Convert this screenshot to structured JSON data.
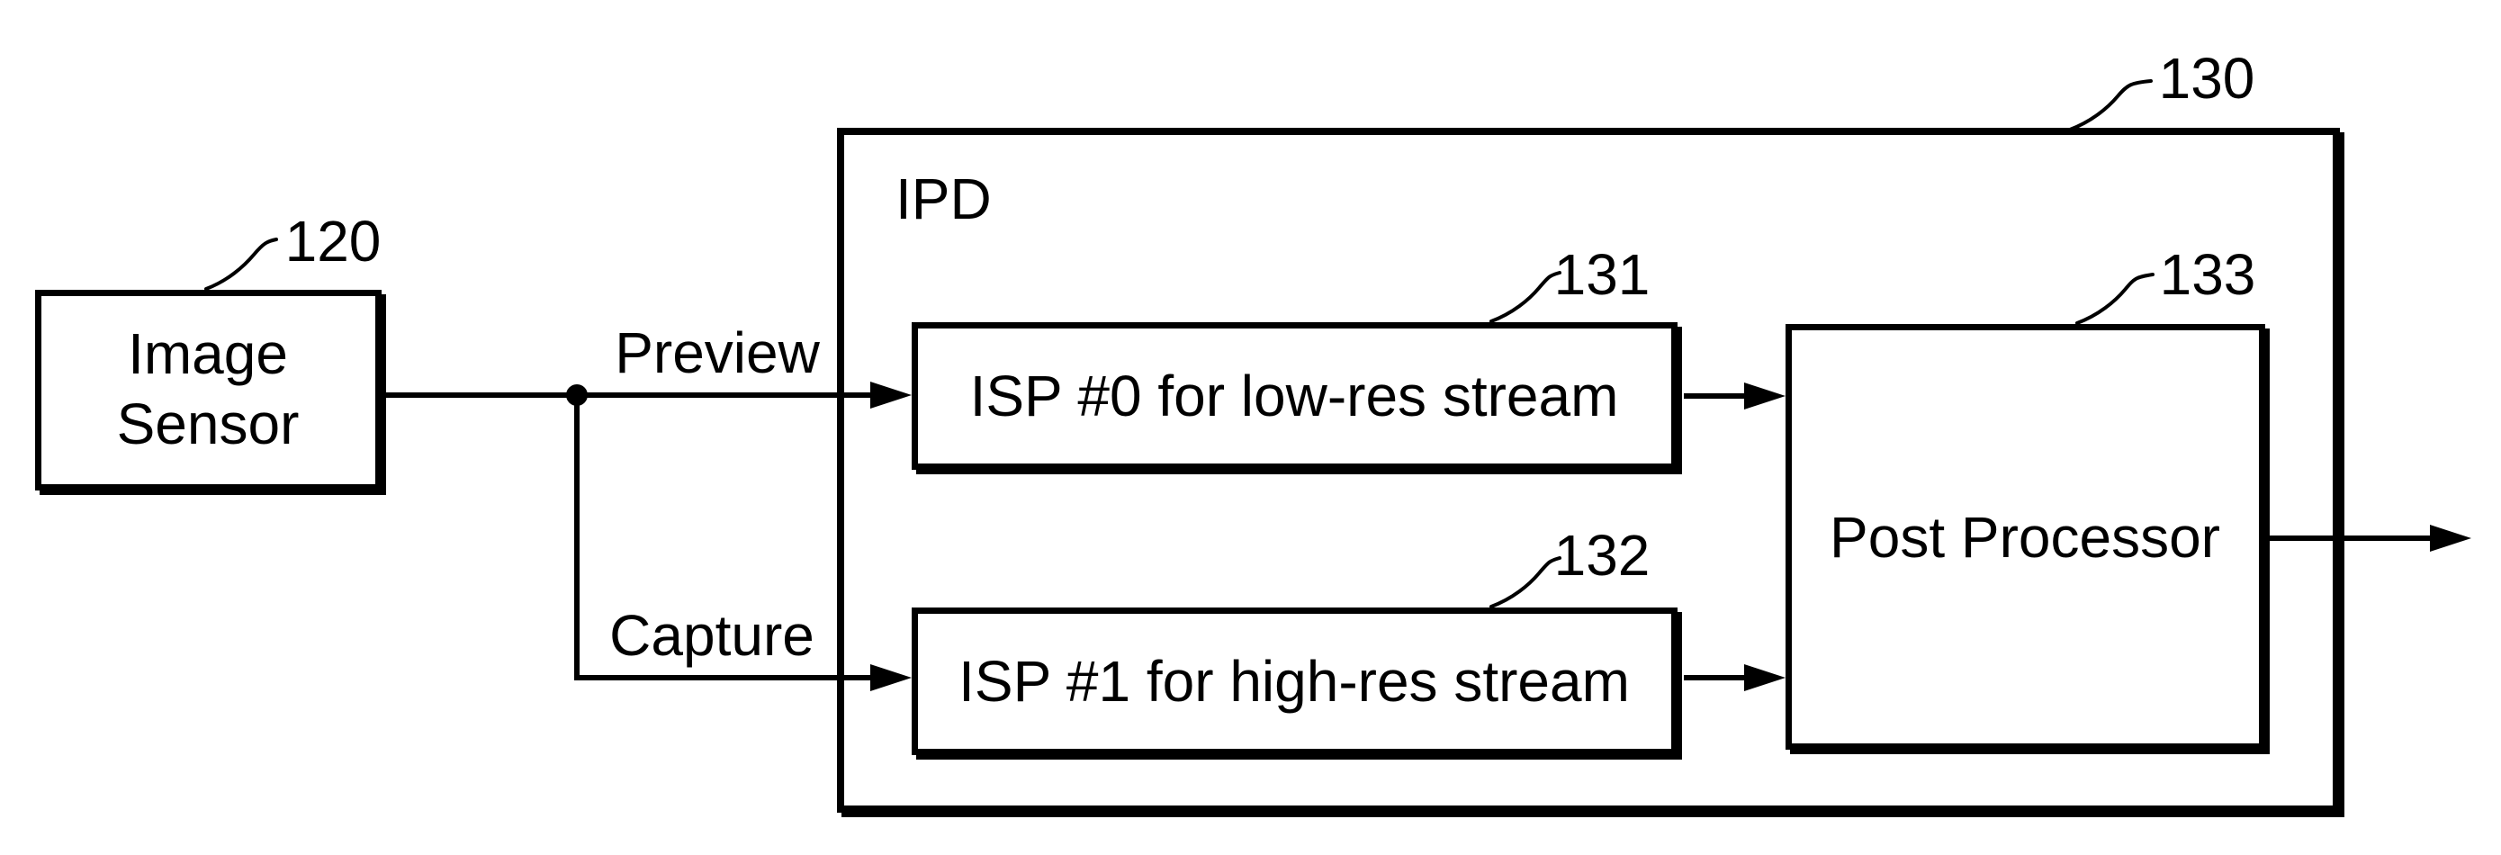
{
  "diagram": {
    "title_hint": "Image processing pipeline block diagram",
    "colors": {
      "stroke": "#000000",
      "bg": "#ffffff"
    },
    "nodes": {
      "image_sensor": {
        "ref": "120",
        "lines": [
          "Image",
          "Sensor"
        ]
      },
      "ipd": {
        "ref": "130",
        "label": "IPD"
      },
      "isp0": {
        "ref": "131",
        "label": "ISP #0 for low-res stream"
      },
      "isp1": {
        "ref": "132",
        "label": "ISP #1 for high-res stream"
      },
      "post_processor": {
        "ref": "133",
        "label": "Post Processor"
      }
    },
    "edges": {
      "preview": {
        "label": "Preview"
      },
      "capture": {
        "label": "Capture"
      }
    }
  }
}
